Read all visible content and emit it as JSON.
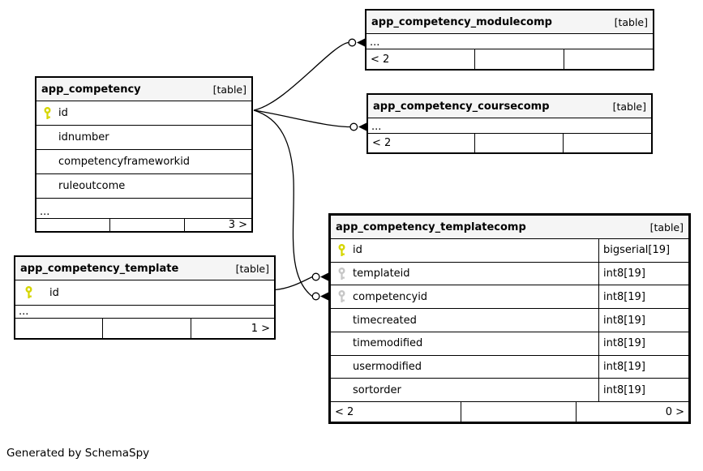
{
  "diagram": {
    "generator_note": "Generated by SchemaSpy",
    "colors": {
      "header_bg": "#f5f5f5",
      "line": "#000000",
      "primary_key_icon": "#d6d600",
      "foreign_key_icon": "#c6c6c6"
    },
    "icons": {
      "primary_key": "key-icon-yellow",
      "foreign_key": "key-icon-gray",
      "fk_end_decoration": "open-dot-inverted-arrow"
    }
  },
  "tables": [
    {
      "name": "app_competency_modulecomp",
      "tag": "[table]",
      "rows": [
        {
          "name": "..."
        }
      ],
      "footer": [
        "< 2",
        "",
        ""
      ]
    },
    {
      "name": "app_competency_coursecomp",
      "tag": "[table]",
      "rows": [
        {
          "name": "..."
        }
      ],
      "footer": [
        "< 2",
        "",
        ""
      ]
    },
    {
      "name": "app_competency",
      "tag": "[table]",
      "rows": [
        {
          "name": "id",
          "key": "primary"
        },
        {
          "name": "idnumber"
        },
        {
          "name": "competencyframeworkid"
        },
        {
          "name": "ruleoutcome"
        },
        {
          "name": "..."
        }
      ],
      "footer": [
        "",
        "",
        "3 >"
      ]
    },
    {
      "name": "app_competency_template",
      "tag": "[table]",
      "rows": [
        {
          "name": "id",
          "key": "primary"
        },
        {
          "name": "..."
        }
      ],
      "footer": [
        "",
        "",
        "1 >"
      ]
    },
    {
      "name": "app_competency_templatecomp",
      "tag": "[table]",
      "rows": [
        {
          "name": "id",
          "key": "primary",
          "type": "bigserial[19]"
        },
        {
          "name": "templateid",
          "key": "foreign",
          "type": "int8[19]"
        },
        {
          "name": "competencyid",
          "key": "foreign",
          "type": "int8[19]"
        },
        {
          "name": "timecreated",
          "type": "int8[19]"
        },
        {
          "name": "timemodified",
          "type": "int8[19]"
        },
        {
          "name": "usermodified",
          "type": "int8[19]"
        },
        {
          "name": "sortorder",
          "type": "int8[19]"
        }
      ],
      "footer": [
        "< 2",
        "",
        "0 >"
      ]
    }
  ],
  "relationships": [
    {
      "from": "app_competency.id",
      "to": "app_competency_modulecomp"
    },
    {
      "from": "app_competency.id",
      "to": "app_competency_coursecomp"
    },
    {
      "from": "app_competency.id",
      "to": "app_competency_templatecomp.competencyid"
    },
    {
      "from": "app_competency_template.id",
      "to": "app_competency_templatecomp.templateid"
    }
  ]
}
